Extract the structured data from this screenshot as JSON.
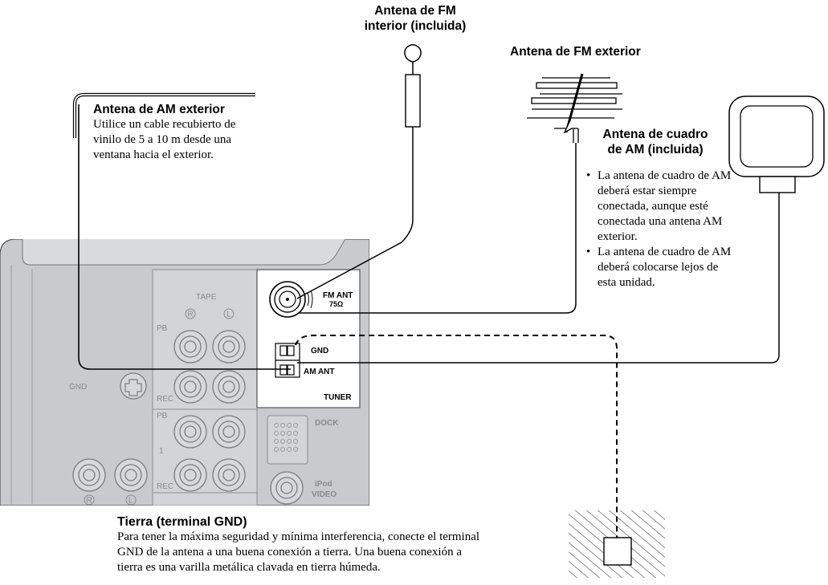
{
  "fm_indoor": {
    "title_line1": "Antena de FM",
    "title_line2": "interior (incluida)"
  },
  "fm_outdoor": {
    "title": "Antena de FM exterior"
  },
  "am_outdoor": {
    "title": "Antena de AM exterior",
    "desc_line1": "Utilice un cable recubierto de",
    "desc_line2": "vinilo de 5 a 10 m desde una",
    "desc_line3": "ventana hacia el exterior."
  },
  "am_loop": {
    "title_line1": "Antena de cuadro",
    "title_line2": "de AM (incluida)",
    "note1_lines": [
      "La antena de cuadro de AM",
      "deberá estar siempre",
      "conectada, aunque esté",
      "conectada una antena AM",
      "exterior."
    ],
    "note2_lines": [
      "La antena de cuadro de AM",
      "deberá colocarse lejos de",
      "esta unidad."
    ]
  },
  "ground": {
    "title": "Tierra (terminal GND)",
    "desc_line1": "Para tener la máxima seguridad y mínima interferencia, conecte el terminal",
    "desc_line2": "GND de la antena a una buena conexión a tierra. Una buena conexión a",
    "desc_line3": "tierra es una varilla metálica clavada en tierra húmeda."
  },
  "panel": {
    "fm_ant": "FM ANT",
    "fm_ohm": "75Ω",
    "gnd": "GND",
    "am_ant": "AM ANT",
    "tuner": "TUNER",
    "tape": "TAPE",
    "pb": "PB",
    "rec": "REC",
    "gnd_left": "GND",
    "r": "R",
    "l": "L",
    "dock": "DOCK",
    "ipod": "iPod",
    "video": "VIDEO",
    "one": "1"
  }
}
